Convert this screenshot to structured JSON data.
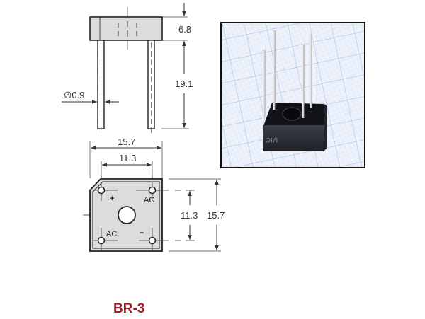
{
  "part_name": "BR-3",
  "colors": {
    "title": "#a11a24",
    "body_fill": "#dcdcdc",
    "outline": "#222222",
    "dim_line": "#444444",
    "photo_grid_bg": "#e8eef8",
    "photo_grid_line": "#a9c3e8"
  },
  "side_view": {
    "body_height": "6.8",
    "lead_length": "19.1",
    "lead_diameter": "∅0.9",
    "width": "15.7",
    "pin_spacing": "11.3"
  },
  "top_view": {
    "height": "15.7",
    "pin_spacing": "11.3",
    "pin_labels": {
      "top_left": "+",
      "top_right": "AC",
      "bottom_left": "AC",
      "bottom_right": "–"
    }
  },
  "photo": {
    "marking": "MIC"
  }
}
